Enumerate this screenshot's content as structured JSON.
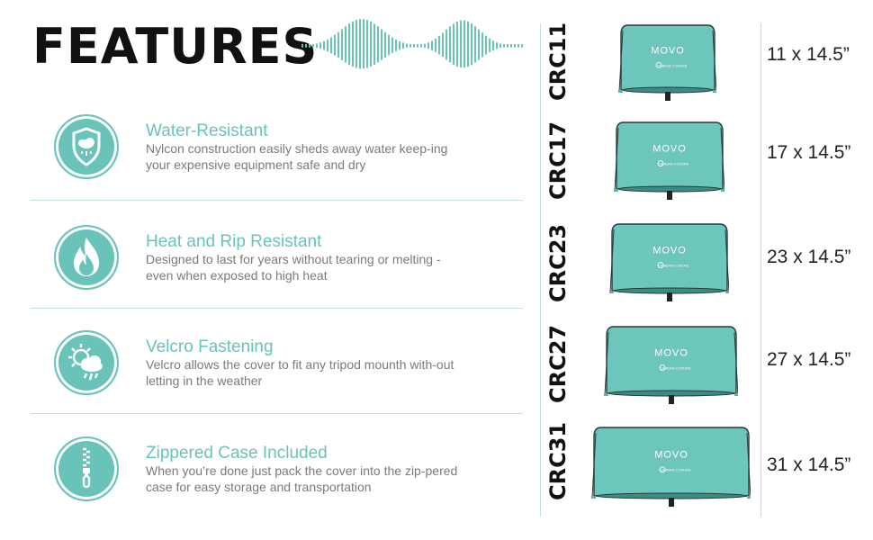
{
  "title": "FEATURES",
  "colors": {
    "accent": "#6ac3b8",
    "text_dark": "#111111",
    "text_gray": "#7a7a7a",
    "divider": "#bfe3de"
  },
  "features": [
    {
      "icon": "shield-rain-icon",
      "name": "Water-Resistant",
      "desc": "Nylcon construction easily sheds away water keep-ing your expensive equipment safe and dry"
    },
    {
      "icon": "flame-icon",
      "name": "Heat and Rip Resistant",
      "desc": "Designed to last for years without tearing or melting - even when exposed to high heat"
    },
    {
      "icon": "sun-cloud-rain-icon",
      "name": "Velcro Fastening",
      "desc": "Velcro allows the cover to fit any tripod mounth with-out letting in the weather"
    },
    {
      "icon": "zipper-icon",
      "name": "Zippered Case Included",
      "desc": "When you’re done just pack the cover into the zip-pered case for easy storage and transportation"
    }
  ],
  "cover_brand": "MOVO",
  "cover_sub": "CAMERA COVERS",
  "models": [
    {
      "code": "CRC11",
      "size": "11 x 14.5”"
    },
    {
      "code": "CRC17",
      "size": "17 x 14.5”"
    },
    {
      "code": "CRC23",
      "size": "23 x 14.5”"
    },
    {
      "code": "CRC27",
      "size": "27 x 14.5”"
    },
    {
      "code": "CRC31",
      "size": "31 x 14.5”"
    }
  ]
}
